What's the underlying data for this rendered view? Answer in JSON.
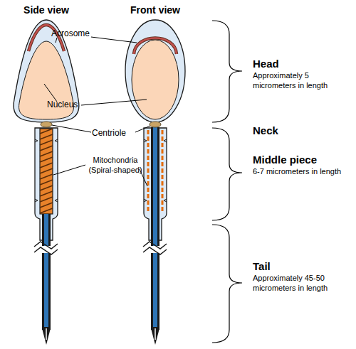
{
  "diagram": {
    "labels": [
      "Side view",
      "Front view",
      "Head",
      "Approximately 5 micrometers in length",
      "Acrosome",
      "Nucleus",
      "Centriole",
      "Neck",
      "Mitochondria (Spiral-shaped)",
      "Middle piece",
      "6-7 micrometers in length",
      "Tail",
      "Approximately 45-50 micrometers in length"
    ]
  }
}
